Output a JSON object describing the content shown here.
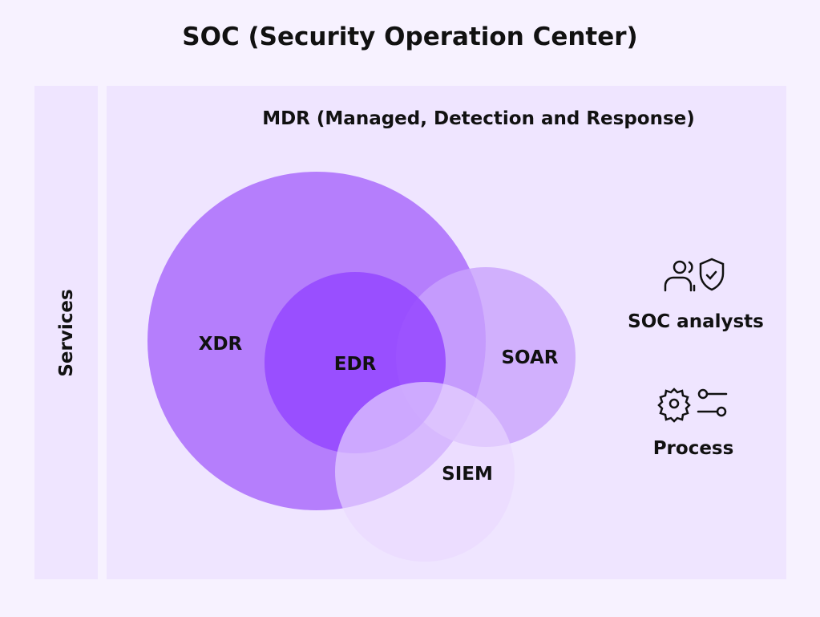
{
  "title": "SOC (Security Operation Center)",
  "services_label": "Services",
  "mdr_title": "MDR (Managed, Detection and Response)",
  "circles": {
    "xdr": "XDR",
    "edr": "EDR",
    "soar": "SOAR",
    "siem": "SIEM"
  },
  "side": {
    "analysts": {
      "label": "SOC analysts",
      "icon": "users-shield-icon"
    },
    "process": {
      "label": "Process",
      "icon": "gear-sliders-icon"
    }
  },
  "colors": {
    "bg": "#f7f2ff",
    "panel": "#efe5ff",
    "xdr": "#b57efc",
    "edr": "#9447ff",
    "soar": "#c59dfd",
    "siem": "#e6d3ff"
  }
}
